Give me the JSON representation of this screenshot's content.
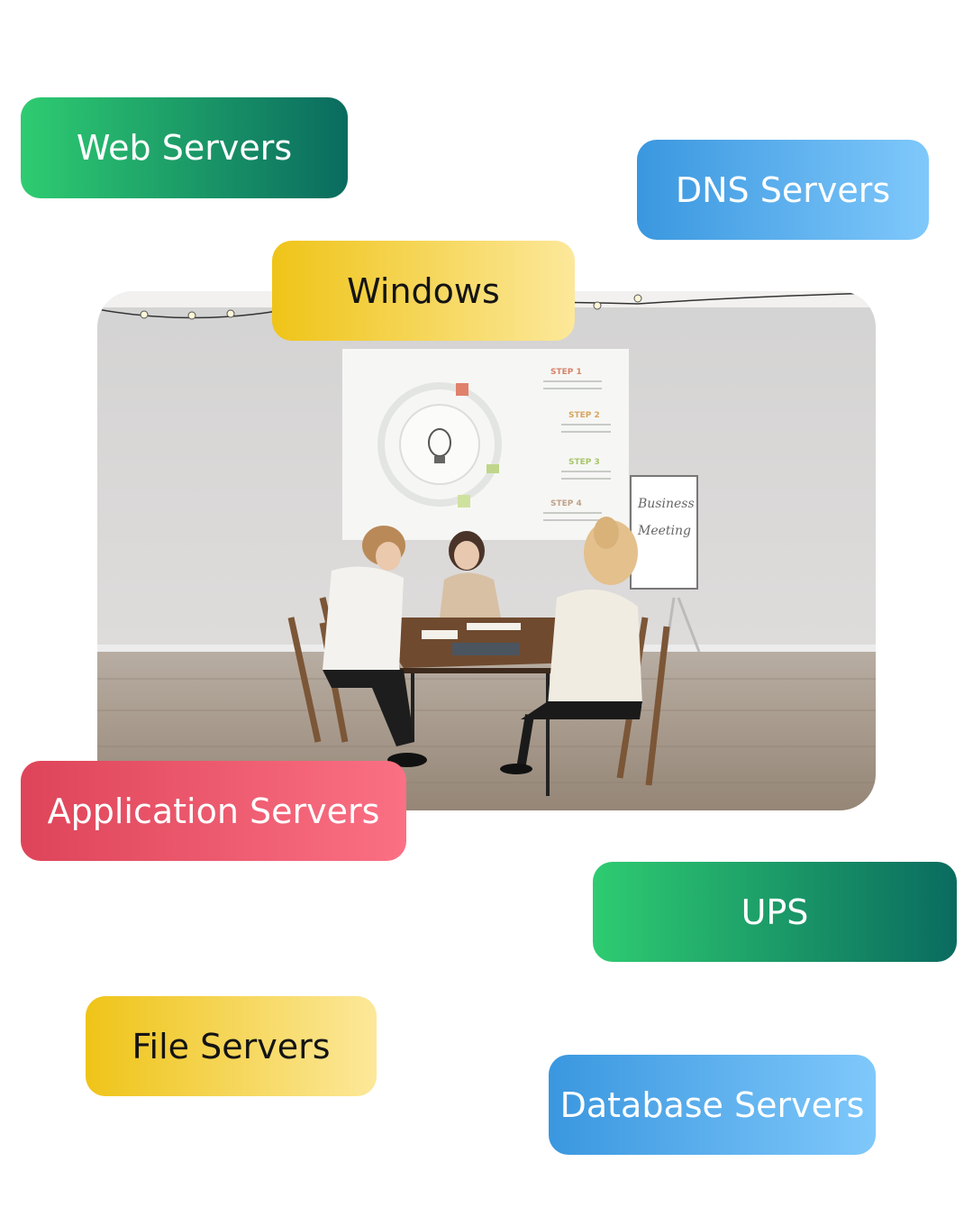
{
  "labels": {
    "web_servers": "Web Servers",
    "dns_servers": "DNS Servers",
    "windows": "Windows",
    "application_servers": "Application Servers",
    "ups": "UPS",
    "file_servers": "File Servers",
    "database_servers": "Database Servers"
  },
  "photo": {
    "flipchart_text": [
      "Business",
      "Meeting"
    ],
    "slide_steps": [
      "STEP 1",
      "STEP 2",
      "STEP 3",
      "STEP 4"
    ]
  },
  "colors": {
    "green_start": "#2ecc71",
    "green_end": "#0a6b5f",
    "blue_start": "#3a97df",
    "blue_end": "#7fc8fb",
    "yellow_start": "#efc418",
    "yellow_end": "#fce89a",
    "red_start": "#de4459",
    "red_end": "#fb7084"
  }
}
